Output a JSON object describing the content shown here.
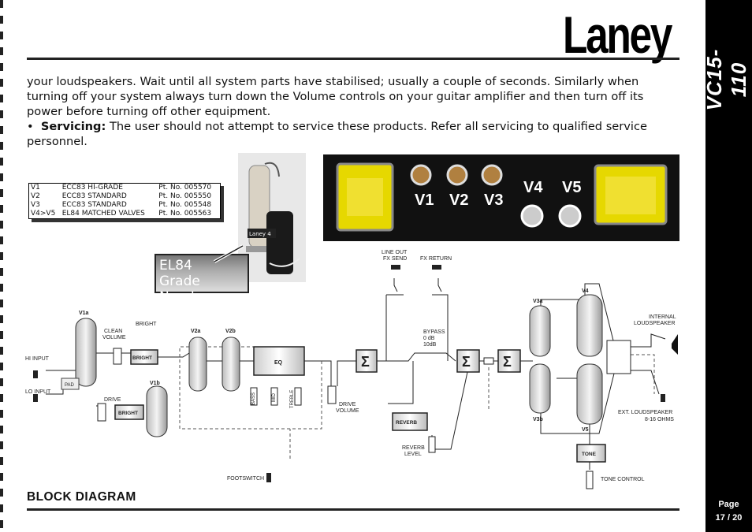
{
  "brand": "Laney",
  "model": "VC15-110",
  "page": {
    "label": "Page",
    "number": "17 / 20"
  },
  "body": {
    "paragraph": "your loudspeakers. Wait until all system parts have stabilised; usually a couple of seconds.  Similarly when turning off your system always turn down the Volume controls on your guitar amplifier and then turn off its power before turning off other equipment.",
    "bullet_mark": "•",
    "bullet_head": "Servicing:",
    "bullet_text": " The user should not attempt to service these products. Refer all servicing to qualified service personnel."
  },
  "valve_table": [
    {
      "pos": "V1",
      "type": "ECC83  HI-GRADE",
      "part": "Pt. No. 005570"
    },
    {
      "pos": "V2",
      "type": "ECC83  STANDARD",
      "part": "Pt. No. 005550"
    },
    {
      "pos": "V3",
      "type": "ECC83  STANDARD",
      "part": "Pt. No. 005548"
    },
    {
      "pos": "V4>V5",
      "type": "EL84  MATCHED VALVES",
      "part": "Pt. No. 005563"
    }
  ],
  "grade_badge": {
    "line1": "EL84",
    "line2": "Grade Number"
  },
  "photo_sticker": "Laney 4",
  "chassis_labels": {
    "v1": "V1",
    "v2": "V2",
    "v3": "V3",
    "v4": "V4",
    "v5": "V5"
  },
  "section_title": "BLOCK DIAGRAM",
  "diagram": {
    "line_out": "LINE OUT",
    "fx_send": "FX SEND",
    "fx_return": "FX RETURN",
    "hi_input": "HI INPUT",
    "lo_input": "LO INPUT",
    "pad": "PAD",
    "clean_volume_1": "CLEAN",
    "clean_volume_2": "VOLUME",
    "bright_top": "BRIGHT",
    "bright_box": "BRIGHT",
    "bright_box_2": "BRIGHT",
    "drive": "DRIVE",
    "v1a": "V1a",
    "v1b": "V1b",
    "v2a": "V2a",
    "v2b": "V2b",
    "eq": "EQ",
    "bass": "BASS",
    "mid": "MID",
    "treble": "TREBLE",
    "drive_volume_1": "DRIVE",
    "drive_volume_2": "VOLUME",
    "bypass_1": "BYPASS",
    "bypass_2": "0 dB",
    "bypass_3": "10dB",
    "reverb": "REVERB",
    "reverb_level_1": "REVERB",
    "reverb_level_2": "LEVEL",
    "footswitch": "FOOTSWITCH",
    "sigma": "Σ",
    "v3a": "V3a",
    "v3b": "V3b",
    "v4": "V4",
    "v5": "V5",
    "internal_1": "INTERNAL",
    "internal_2": "LOUDSPEAKER",
    "ext_1": "EXT. LOUDSPEAKER",
    "ext_2": "8-16 OHMS",
    "tone": "TONE",
    "tone_control": "TONE CONTROL"
  }
}
